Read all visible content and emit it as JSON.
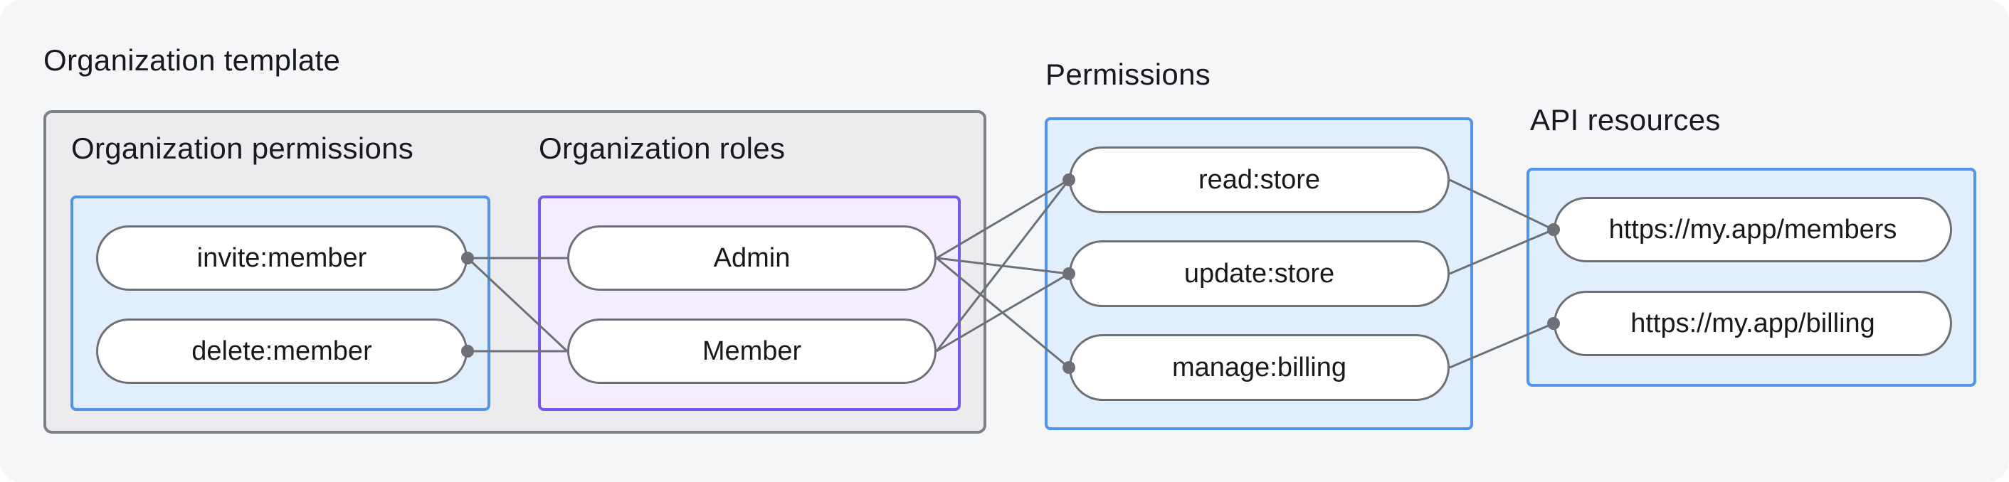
{
  "diagram": {
    "template": {
      "title": "Organization template"
    },
    "groups": {
      "org_permissions": {
        "title": "Organization permissions",
        "items": [
          {
            "id": "invite_member",
            "label": "invite:member"
          },
          {
            "id": "delete_member",
            "label": "delete:member"
          }
        ]
      },
      "org_roles": {
        "title": "Organization roles",
        "items": [
          {
            "id": "admin",
            "label": "Admin"
          },
          {
            "id": "member",
            "label": "Member"
          }
        ]
      },
      "permissions": {
        "title": "Permissions",
        "items": [
          {
            "id": "read_store",
            "label": "read:store"
          },
          {
            "id": "update_store",
            "label": "update:store"
          },
          {
            "id": "manage_billing",
            "label": "manage:billing"
          }
        ]
      },
      "api_resources": {
        "title": "API resources",
        "items": [
          {
            "id": "api_members",
            "label": "https://my.app/members"
          },
          {
            "id": "api_billing",
            "label": "https://my.app/billing"
          }
        ]
      }
    },
    "edges": [
      {
        "from": "invite_member",
        "to": "admin"
      },
      {
        "from": "invite_member",
        "to": "member"
      },
      {
        "from": "delete_member",
        "to": "member"
      },
      {
        "from": "admin",
        "to": "read_store"
      },
      {
        "from": "admin",
        "to": "update_store"
      },
      {
        "from": "admin",
        "to": "manage_billing"
      },
      {
        "from": "member",
        "to": "read_store"
      },
      {
        "from": "member",
        "to": "update_store"
      },
      {
        "from": "read_store",
        "to": "api_members"
      },
      {
        "from": "update_store",
        "to": "api_members"
      },
      {
        "from": "manage_billing",
        "to": "api_billing"
      }
    ],
    "dots": [
      {
        "node": "invite_member",
        "side": "right"
      },
      {
        "node": "delete_member",
        "side": "right"
      },
      {
        "node": "read_store",
        "side": "left"
      },
      {
        "node": "update_store",
        "side": "left"
      },
      {
        "node": "manage_billing",
        "side": "left"
      },
      {
        "node": "api_members",
        "side": "left"
      },
      {
        "node": "api_billing",
        "side": "left"
      }
    ]
  },
  "colors": {
    "card": "#f5f6f7",
    "graybox": "#ececee",
    "graybox-border": "#7d8187",
    "bluebox": "#e1eefb",
    "bluebox-border": "#5094ef",
    "purplebox": "#f3edfd",
    "purplebox-border": "#7458f5",
    "pill-border": "#6d7177",
    "line": "#6d7177",
    "text": "#17191d"
  }
}
